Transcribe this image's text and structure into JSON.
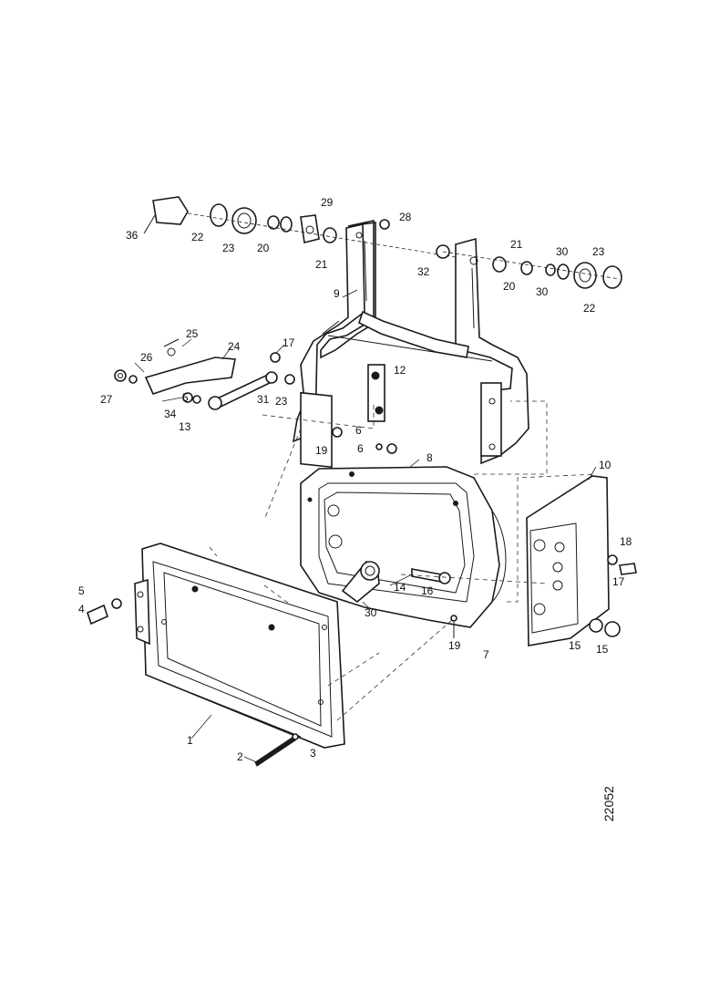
{
  "drawing_number": "22052",
  "labels": {
    "l1": "1",
    "l2": "2",
    "l3": "3",
    "l4": "4",
    "l5": "5",
    "l6": "6",
    "l6b": "6",
    "l7": "7",
    "l8": "8",
    "l9": "9",
    "l10": "10",
    "l12": "12",
    "l13": "13",
    "l14": "14",
    "l15a": "15",
    "l15b": "15",
    "l16": "16",
    "l17a": "17",
    "l17b": "17",
    "l18": "18",
    "l19": "19",
    "l19b": "19",
    "l20a": "20",
    "l20b": "20",
    "l21a": "21",
    "l21b": "21",
    "l22a": "22",
    "l22b": "22",
    "l23a": "23",
    "l23b": "23",
    "l23c": "23",
    "l24": "24",
    "l25": "25",
    "l26": "26",
    "l27": "27",
    "l28": "28",
    "l29": "29",
    "l30a": "30",
    "l30b": "30",
    "l30c": "30",
    "l31": "31",
    "l32": "32",
    "l34": "34",
    "l36": "36",
    "l5b": "5"
  }
}
